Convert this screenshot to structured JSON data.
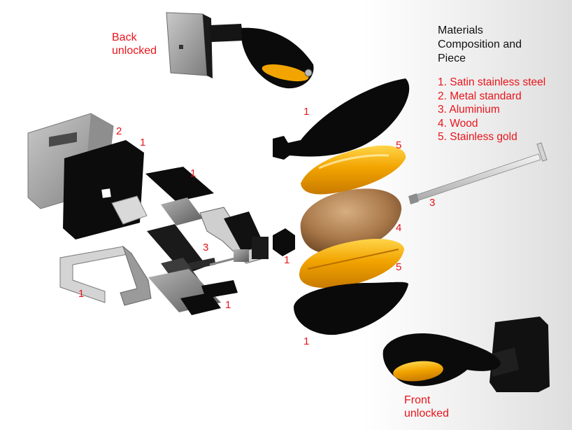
{
  "labels": {
    "back_line1": "Back",
    "back_line2": "unlocked",
    "front_line1": "Front",
    "front_line2": "unlocked"
  },
  "legend": {
    "title_line1": "Materials",
    "title_line2": "Composition and",
    "title_line3": "Piece",
    "items": [
      "1. Satin stainless steel",
      "2. Metal standard",
      "3. Aluminium",
      "4. Wood",
      "5. Stainless gold"
    ]
  },
  "part_numbers": {
    "backplate_front": "2",
    "rose_plate": "1",
    "top_bar": "1",
    "spring_assembly": "3",
    "left_bracket": "1",
    "bottom_bar": "1",
    "cube": "1",
    "handle_top_shell": "1",
    "gold_top": "5",
    "wood_core": "4",
    "gold_bottom": "5",
    "handle_bottom_shell": "1",
    "spindle": "3"
  },
  "colors": {
    "label_red": "#e8141b",
    "black_part": "#0c0c0c",
    "gold": "#f2a400",
    "wood": "#b88a5c",
    "metal_gray": "#9a9a9a"
  }
}
